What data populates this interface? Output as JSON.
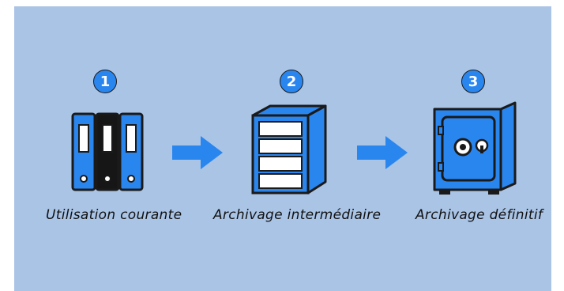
{
  "steps": [
    {
      "number": "1",
      "label": "Utilisation courante",
      "icon": "binders-icon"
    },
    {
      "number": "2",
      "label": "Archivage intermédiaire",
      "icon": "filing-cabinet-icon"
    },
    {
      "number": "3",
      "label": "Archivage définitif",
      "icon": "safe-icon"
    }
  ],
  "colors": {
    "background": "#aac4e6",
    "accent_blue": "#2a86ef",
    "outline": "#1a1a1a"
  }
}
